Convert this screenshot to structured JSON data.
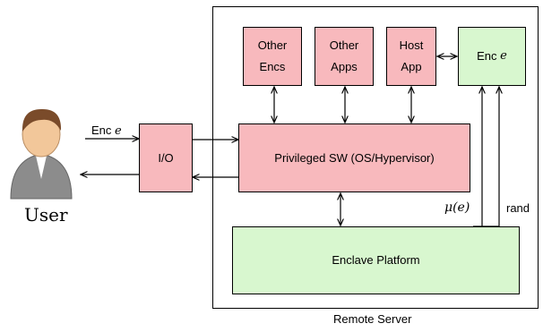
{
  "server": {
    "label": "Remote Server"
  },
  "user": {
    "label": "User"
  },
  "boxes": {
    "other_encs": [
      "Other",
      "Encs"
    ],
    "other_apps": [
      "Other",
      "Apps"
    ],
    "host_app": [
      "Host",
      "App"
    ],
    "enc_e": {
      "prefix": "Enc",
      "var": "e"
    },
    "io": "I/O",
    "privileged": "Privileged SW (OS/Hypervisor)",
    "enclave_platform": "Enclave Platform"
  },
  "edge_labels": {
    "enc_e_input": {
      "prefix": "Enc",
      "var": "e"
    },
    "mu_e": "μ(e)",
    "rand": "rand"
  },
  "colors": {
    "untrusted": "#f8b9bd",
    "trusted": "#d8f7cf"
  }
}
